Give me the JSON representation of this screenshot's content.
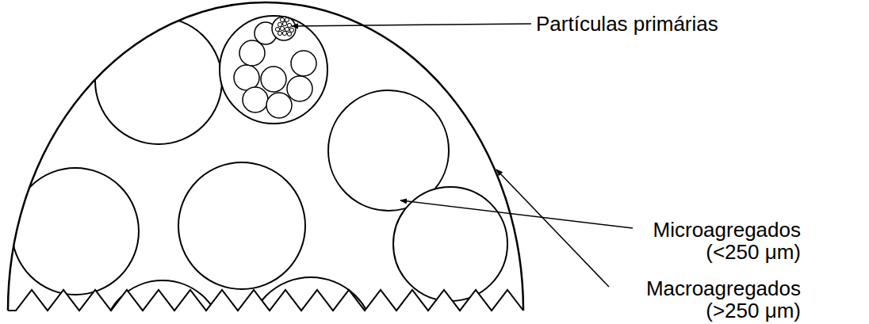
{
  "diagram": {
    "labels": [
      "Partículas primárias",
      "Microagregados (<250 μm)",
      "Macroagregados (>250 μm)"
    ]
  }
}
